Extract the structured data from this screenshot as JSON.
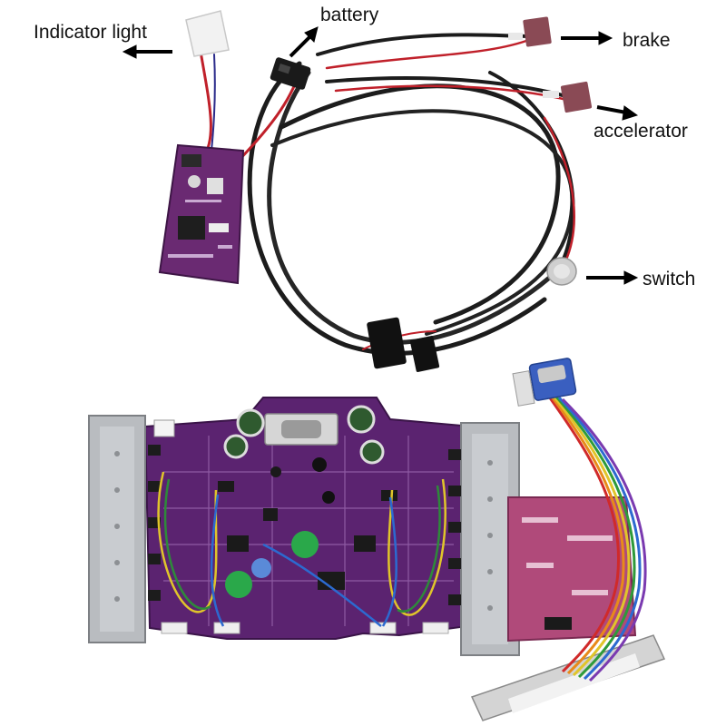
{
  "labels": {
    "indicator": "Indicator light",
    "battery": "battery",
    "brake": "brake",
    "accelerator": "accelerator",
    "switch": "switch"
  },
  "colors": {
    "background": "#ffffff",
    "pcb_purple": "#6a2a72",
    "pcb_pink": "#b04a7a",
    "heatsink_silver": "#b9bcc0",
    "wire_black": "#1c1c1c",
    "wire_red": "#c0202a",
    "label_text": "#111111"
  }
}
